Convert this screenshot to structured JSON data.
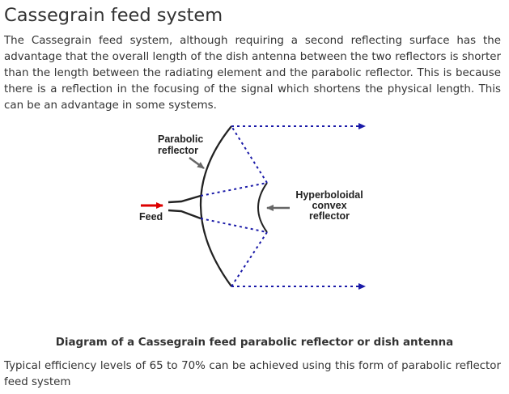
{
  "article": {
    "title": "Cassegrain feed system",
    "paragraph_1": "The Cassegrain feed system, although requiring a second reflecting surface has the advantage that the overall length of the dish antenna between the two reflectors is shorter than the length between the radiating element and the parabolic reflector. This is because there is a reflection in the focusing of the signal which shortens the physical length. This can be an advantage in some systems.",
    "caption": "Diagram of a Cassegrain feed parabolic reflector or dish antenna",
    "paragraph_2": "Typical efficiency levels of 65 to 70% can be achieved using this form of parabolic reflector feed system"
  },
  "diagram": {
    "labels": {
      "parabolic_line1": "Parabolic",
      "parabolic_line2": "reflector",
      "hyperbolic_line1": "Hyperboloidal",
      "hyperbolic_line2": "convex",
      "hyperbolic_line3": "reflector",
      "feed": "Feed"
    },
    "colors": {
      "ray_blue": "#1a1aa8",
      "feed_arrow_red": "#dd0000",
      "pointer_gray": "#666666",
      "reflector_black": "#222222"
    }
  }
}
